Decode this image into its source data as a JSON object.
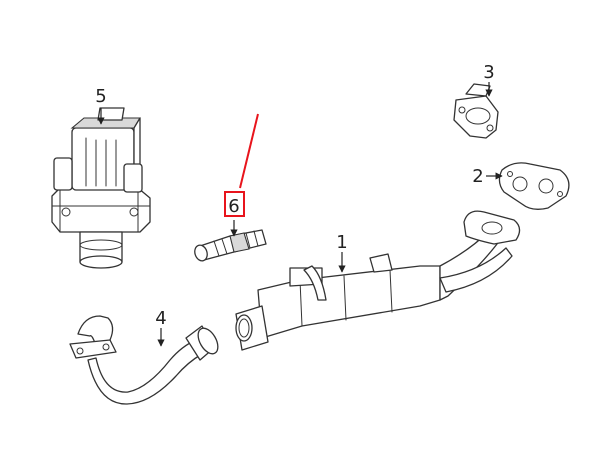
{
  "diagram": {
    "callouts": [
      {
        "id": "1",
        "label": "1"
      },
      {
        "id": "2",
        "label": "2"
      },
      {
        "id": "3",
        "label": "3"
      },
      {
        "id": "4",
        "label": "4"
      },
      {
        "id": "5",
        "label": "5"
      },
      {
        "id": "6",
        "label": "6"
      }
    ],
    "highlight": {
      "callout": "6",
      "color": "#e8141c"
    },
    "line_color": "#333333"
  }
}
